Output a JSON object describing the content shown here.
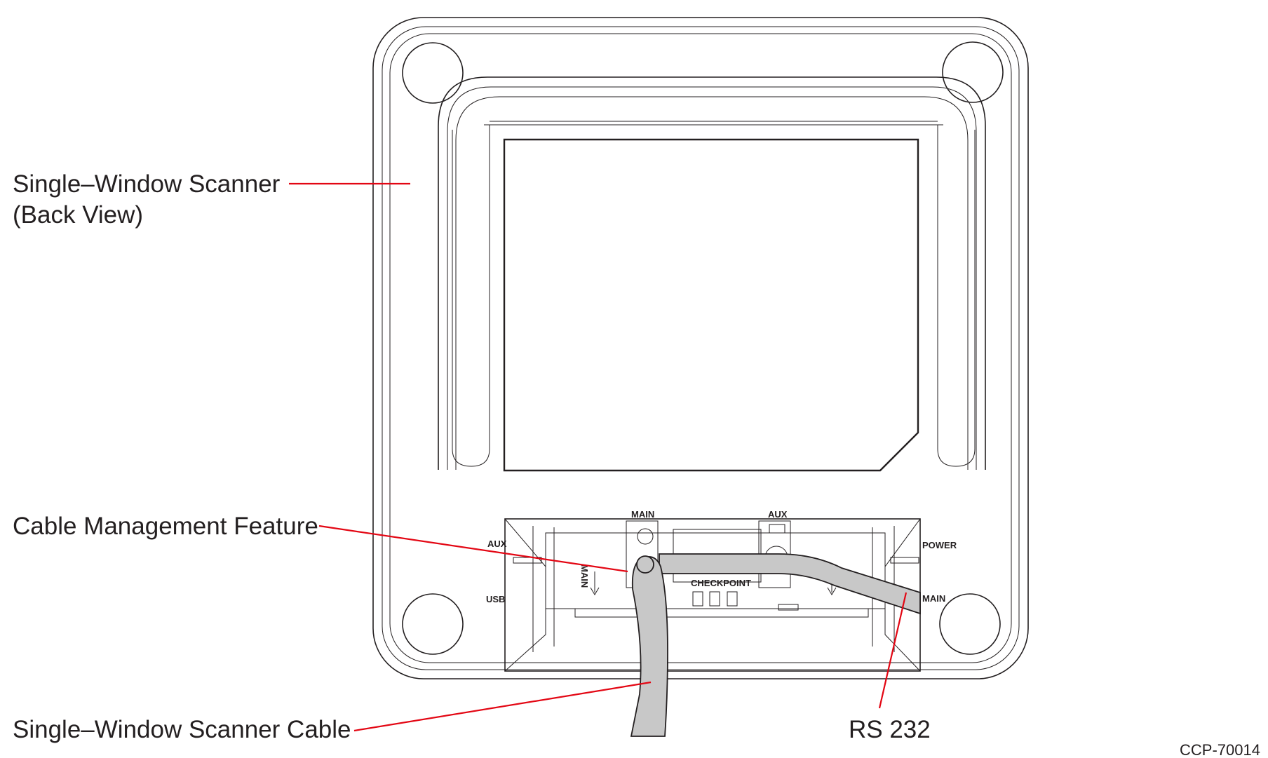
{
  "labels": {
    "scanner_line1": "Single–Window Scanner",
    "scanner_line2": "(Back View)",
    "cable_management": "Cable Management Feature",
    "scanner_cable": "Single–Window Scanner Cable",
    "rs232": "RS 232",
    "figure_id": "CCP-70014"
  },
  "port_labels": {
    "aux_left": "AUX",
    "usb": "USB",
    "main_top": "MAIN",
    "main_rotated": "MAIN",
    "aux_top": "AUX",
    "power": "POWER",
    "main_right": "MAIN",
    "checkpoint": "CHECKPOINT"
  },
  "colors": {
    "leader": "#e30613",
    "cable_fill": "#c8c8c8",
    "line": "#231f20"
  }
}
